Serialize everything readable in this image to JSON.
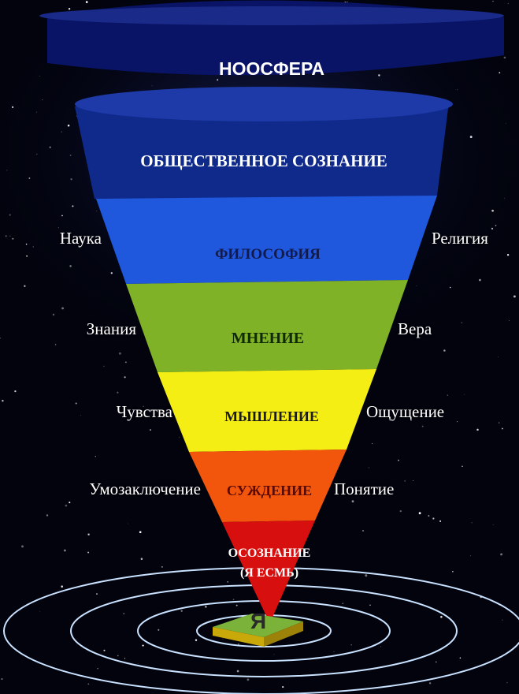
{
  "colors": {
    "background": "#02030d",
    "stars": "#ffffff",
    "noosphere_band": "#0a1466",
    "social_band": "#0f2a8a",
    "philosophy_band": "#1f57dd",
    "opinion_band": "#7fb227",
    "thinking_band": "#f4ee14",
    "judgement_band": "#f2560c",
    "awareness_band": "#d80f0f",
    "orbits": "#c9e2ff",
    "cube": "#f0d210"
  },
  "levels": {
    "noosphere": "НООСФЕРА",
    "social": "ОБЩЕСТВЕННОЕ СОЗНАНИЕ",
    "philosophy": "ФИЛОСОФИЯ",
    "opinion": "МНЕНИЕ",
    "thinking": "МЫШЛЕНИЕ",
    "judgement": "СУЖДЕНИЕ",
    "awareness": "ОСОЗНАНИЕ",
    "awareness_sub": "(Я ЕСМЬ)"
  },
  "left_labels": {
    "science": "Наука",
    "knowledge": "Знания",
    "feelings": "Чувства",
    "inference": "Умозаключение"
  },
  "right_labels": {
    "religion": "Религия",
    "faith": "Вера",
    "sensation": "Ощущение",
    "concept": "Понятие"
  },
  "core": {
    "letter": "Я"
  }
}
